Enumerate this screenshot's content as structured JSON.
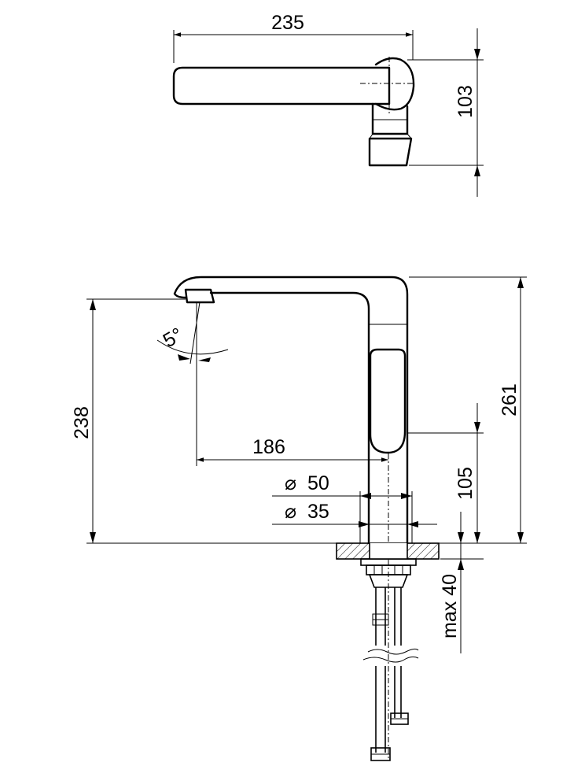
{
  "dimensions": {
    "top_width": "235",
    "top_depth": "103",
    "spout_reach": "186",
    "spout_height": "238",
    "total_height": "261",
    "lever_height": "105",
    "diam_base": "50",
    "diam_hole": "35",
    "max_thickness": "max 40",
    "spray_angle": "5°"
  },
  "symbols": {
    "diameter": "⌀"
  }
}
